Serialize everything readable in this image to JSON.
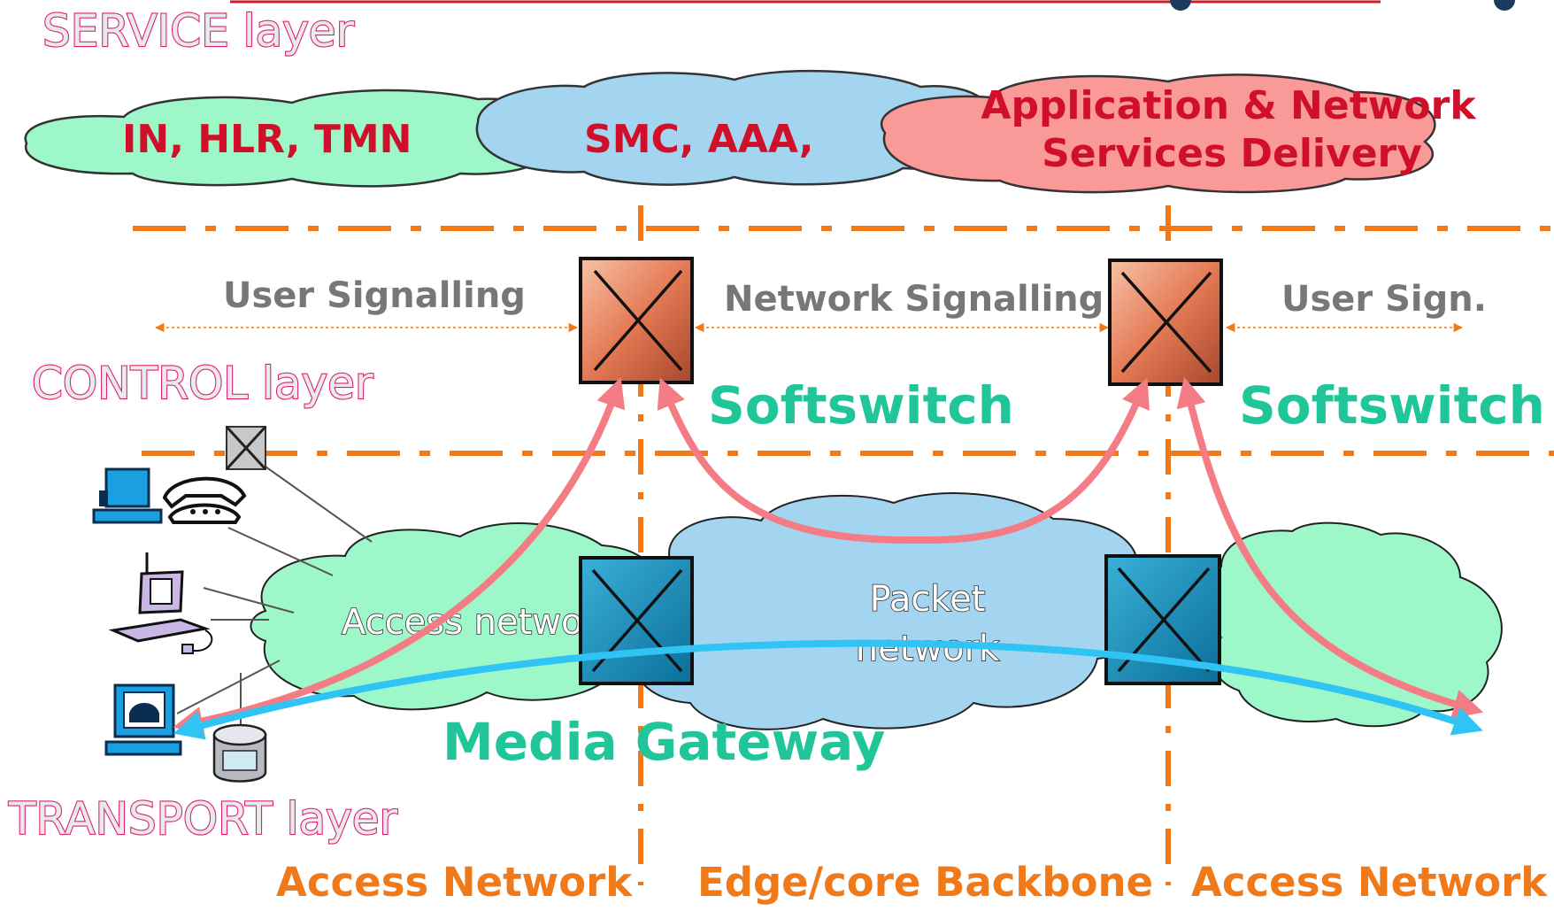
{
  "layers": {
    "service": "SERVICE layer",
    "control": "CONTROL layer",
    "transport": "TRANSPORT layer"
  },
  "service_clouds": {
    "green": "IN,  HLR,  TMN",
    "blue": "SMC,  AAA,",
    "pink_line1": "Application & Network",
    "pink_line2": "Services Delivery"
  },
  "signalling": {
    "user_left": "User  Signalling",
    "network": "Network  Signalling",
    "user_right": "User  Sign."
  },
  "components": {
    "softswitch_left": "Softswitch",
    "softswitch_right": "Softswitch",
    "media_gateway": "Media  Gateway",
    "access_network_cloud": "Access  network",
    "packet_network_line1": "Packet",
    "packet_network_line2": "network"
  },
  "zones": {
    "left": "Access Network",
    "middle": "Edge/core Backbone",
    "right": "Access Network"
  },
  "colors": {
    "orange_dash": "#f07a1a",
    "pink_arrow": "#f47c84",
    "blue_arrow": "#2fc4f4",
    "green_cloud": "#9ef7c8",
    "blue_cloud": "#a3d5f1",
    "pink_cloud": "#fa9a98",
    "layer_title": "#e0206a"
  },
  "icons": [
    "computer-icon",
    "telephone-icon",
    "mobile-terminal-icon",
    "ip-phone-terminal-icon",
    "database-icon",
    "switch-icon"
  ]
}
